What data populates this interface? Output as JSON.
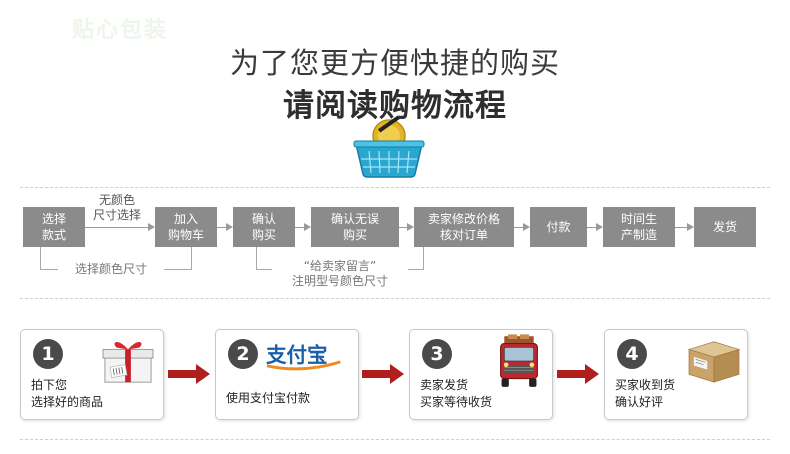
{
  "watermark": "贴心包装",
  "header": {
    "line1": "为了您更方便快捷的购买",
    "line2": "请阅读购物流程"
  },
  "flow": {
    "steps": [
      "选择\n款式",
      "加入\n购物车",
      "确认\n购买",
      "确认无误\n购买",
      "卖家修改价格\n核对订单",
      "付款",
      "时间生\n产制造",
      "发货"
    ],
    "arrow_note": "无颜色\n尺寸选择",
    "bracket_note_1": "选择颜色尺寸",
    "bracket_note_2": "“给卖家留言”\n注明型号颜色尺寸"
  },
  "steps": [
    {
      "num": "1",
      "text": "拍下您\n选择好的商品"
    },
    {
      "num": "2",
      "text": "使用支付宝付款",
      "logo": "支付宝"
    },
    {
      "num": "3",
      "text": "卖家发货\n买家等待收货"
    },
    {
      "num": "4",
      "text": "买家收到货\n确认好评"
    }
  ],
  "colors": {
    "flow_box": "#8b8b8b",
    "arrow_red": "#b01e1e",
    "alipay_blue": "#1b5fa8",
    "alipay_orange": "#f08a1c"
  },
  "icons": [
    "basket-icon",
    "gift-box-icon",
    "alipay-logo",
    "delivery-truck-icon",
    "parcel-box-icon"
  ]
}
